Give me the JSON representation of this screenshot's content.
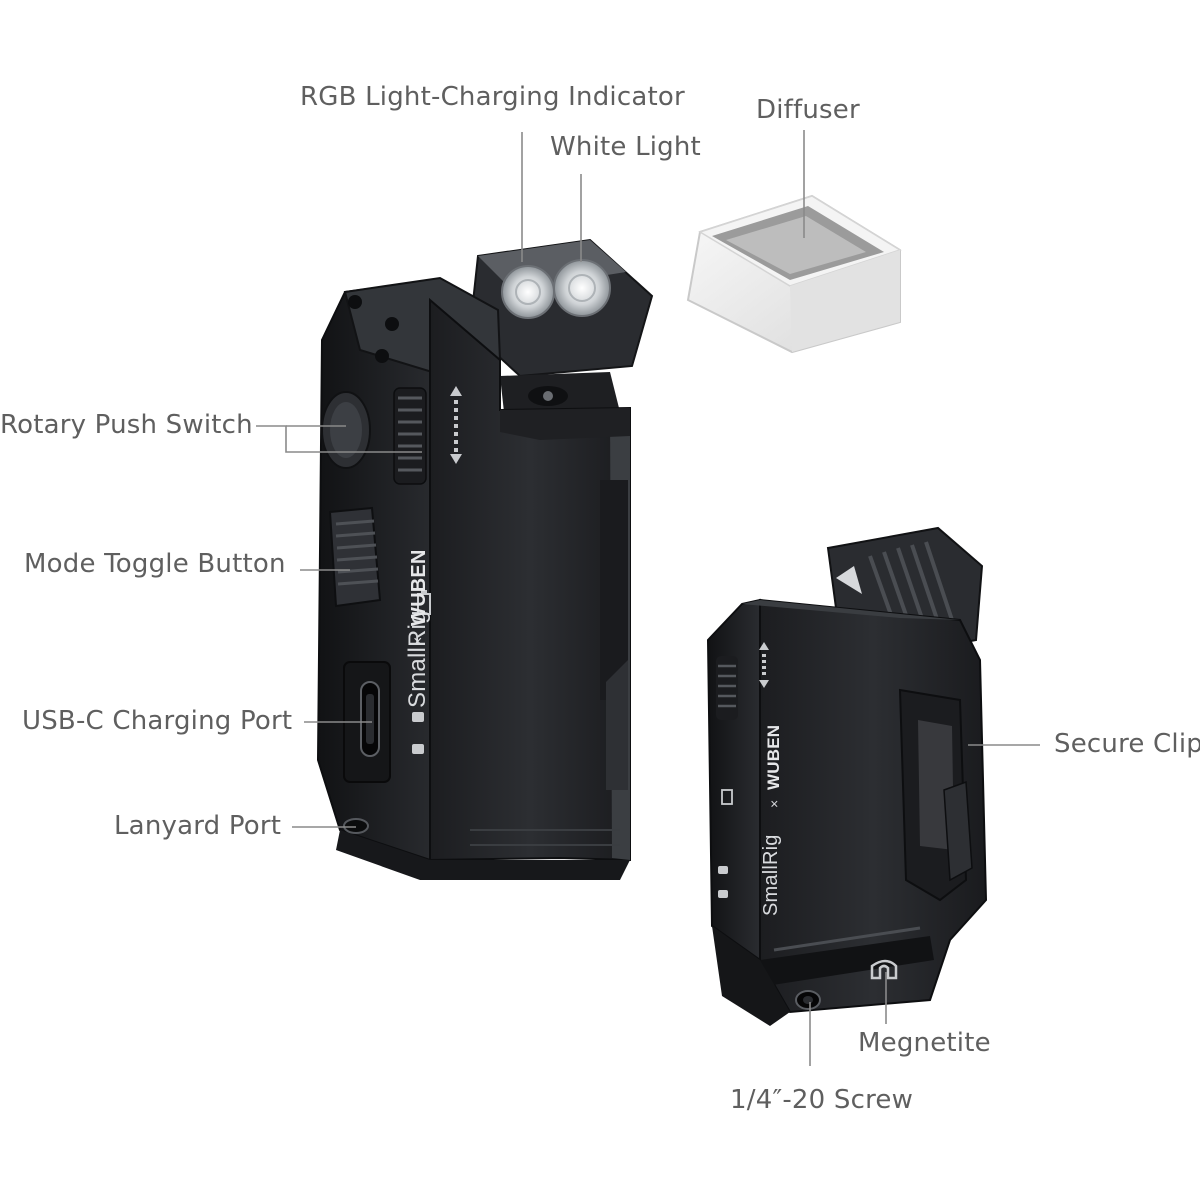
{
  "callouts": {
    "rgb_indicator": "RGB Light-Charging Indicator",
    "white_light": "White Light",
    "diffuser": "Diffuser",
    "rotary_switch": "Rotary Push Switch",
    "mode_toggle": "Mode Toggle Button",
    "usb_c_port": "USB-C Charging Port",
    "lanyard_port": "Lanyard Port",
    "secure_clip": "Secure Clip",
    "magnetite": "Megnetite",
    "screw": "1/4″-20 Screw"
  },
  "product": {
    "brand_a": "SmallRig",
    "separator": "×",
    "brand_b": "WUBEN"
  },
  "colors": {
    "body": "#26282b",
    "body_light": "#3a3d41",
    "label": "#5f5f5f",
    "leader": "#8a8a8a",
    "diffuser": "#ececec"
  }
}
